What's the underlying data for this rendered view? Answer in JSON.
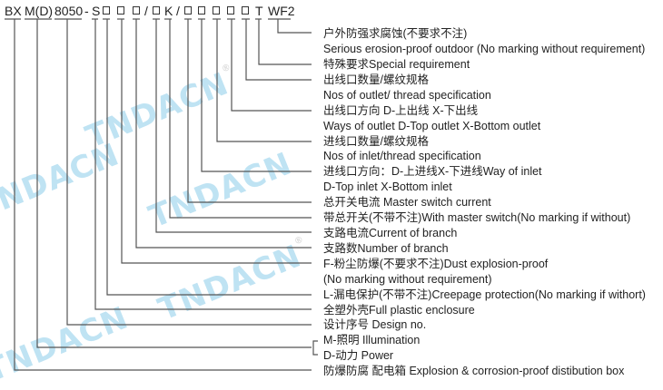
{
  "watermark": "TNDACN",
  "code": {
    "bx": "BX",
    "md": "M(D)",
    "series": "8050",
    "dash": "-",
    "s": "S",
    "slash1": "/",
    "k": "K",
    "slash2": "/",
    "t": "T",
    "wf2": "WF2"
  },
  "descriptions": [
    "户外防强求腐蚀(不要求不注)",
    "Serious erosion-proof outdoor (No marking without requirement)",
    "特殊要求Special requirement",
    "出线口数量/螺纹规格",
    "Nos of outlet/ thread specification",
    "出线口方向 D-上出线 X-下出线",
    "Ways of outlet D-Top outlet X-Bottom outlet",
    "进线口数量/螺纹规格",
    "Nos of inlet/thread specification",
    "进线口方向：D-上进线X-下进线Way  of inlet",
    "D-Top inlet X-Bottom inlet",
    "总开关电流 Master switch current",
    "带总开关(不带不注)With master switch(No marking if without)",
    "支路电流Current of branch",
    "支路数Number of branch",
    "F-粉尘防爆(不要求不注)Dust explosion-proof",
    "(No marking without requirement)",
    "L-漏电保护(不带不注)Creepage protection(No marking if withort)",
    "全塑外壳Full plastic enclosure",
    "设计序号 Design no.",
    "M-照明  Illumination",
    "D-动力 Power",
    "防爆防腐 配电箱 Explosion & corrosion-proof distibution box"
  ]
}
